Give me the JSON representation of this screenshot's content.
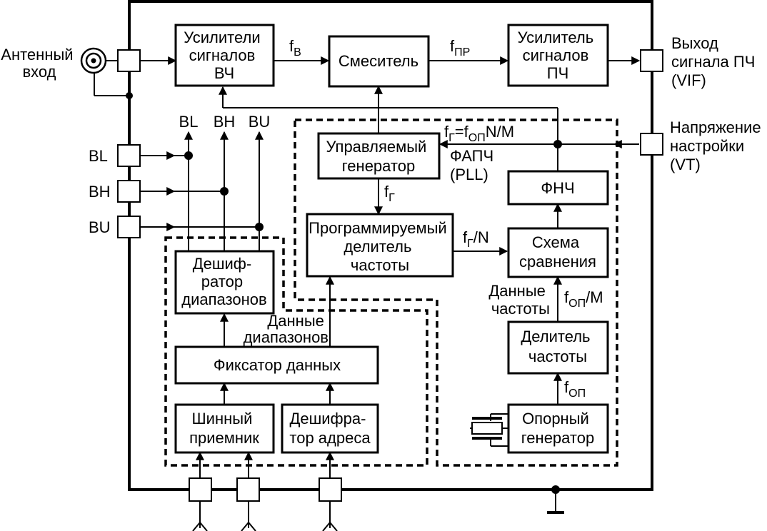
{
  "inputs": {
    "antenna": [
      "Антенный",
      "вход"
    ],
    "band_bl": "BL",
    "band_bh": "BH",
    "band_bu": "BU",
    "tuning": [
      "Напряжение",
      "настройки",
      "(VT)"
    ]
  },
  "outputs": {
    "vif": [
      "Выход",
      "сигнала ПЧ",
      "(VIF)"
    ]
  },
  "blocks": {
    "rf_amp": [
      "Усилители",
      "сигналов",
      "ВЧ"
    ],
    "mixer": [
      "Смеситель"
    ],
    "if_amp": [
      "Усилитель",
      "сигналов",
      "ПЧ"
    ],
    "vco": [
      "Управляемый",
      "генератор"
    ],
    "prog_div": [
      "Программируемый",
      "делитель",
      "частоты"
    ],
    "lpf": [
      "ФНЧ"
    ],
    "comparator": [
      "Схема",
      "сравнения"
    ],
    "band_decoder": [
      "Дешиф-",
      "ратор",
      "диапазонов"
    ],
    "data_latch": [
      "Фиксатор данных"
    ],
    "bus_receiver": [
      "Шинный",
      "приемник"
    ],
    "addr_decoder": [
      "Дешифра-",
      "тор адреса"
    ],
    "ref_div": [
      "Делитель",
      "частоты"
    ],
    "ref_osc": [
      "Опорный",
      "генератор"
    ]
  },
  "labels": {
    "fb": {
      "main": "f",
      "sub": "B"
    },
    "fpr": {
      "main": "f",
      "sub": "ПР"
    },
    "fg": {
      "main": "f",
      "sub": "Г"
    },
    "fg_eq": {
      "a": "f",
      "a_sub": "Г",
      "b": "=f",
      "b_sub": "ОП",
      "c": "N/M"
    },
    "fg_n": {
      "main": "f",
      "sub": "Г",
      "rest": "/N"
    },
    "fop_m": {
      "main": "f",
      "sub": "ОП",
      "rest": "/M"
    },
    "fop": {
      "main": "f",
      "sub": "ОП"
    },
    "pll": [
      "ФАПЧ",
      "(PLL)"
    ],
    "band_data": [
      "Данные",
      "диапазонов"
    ],
    "freq_data": [
      "Данные",
      "частоты"
    ],
    "top_bl": "BL",
    "top_bh": "BH",
    "top_bu": "BU"
  }
}
